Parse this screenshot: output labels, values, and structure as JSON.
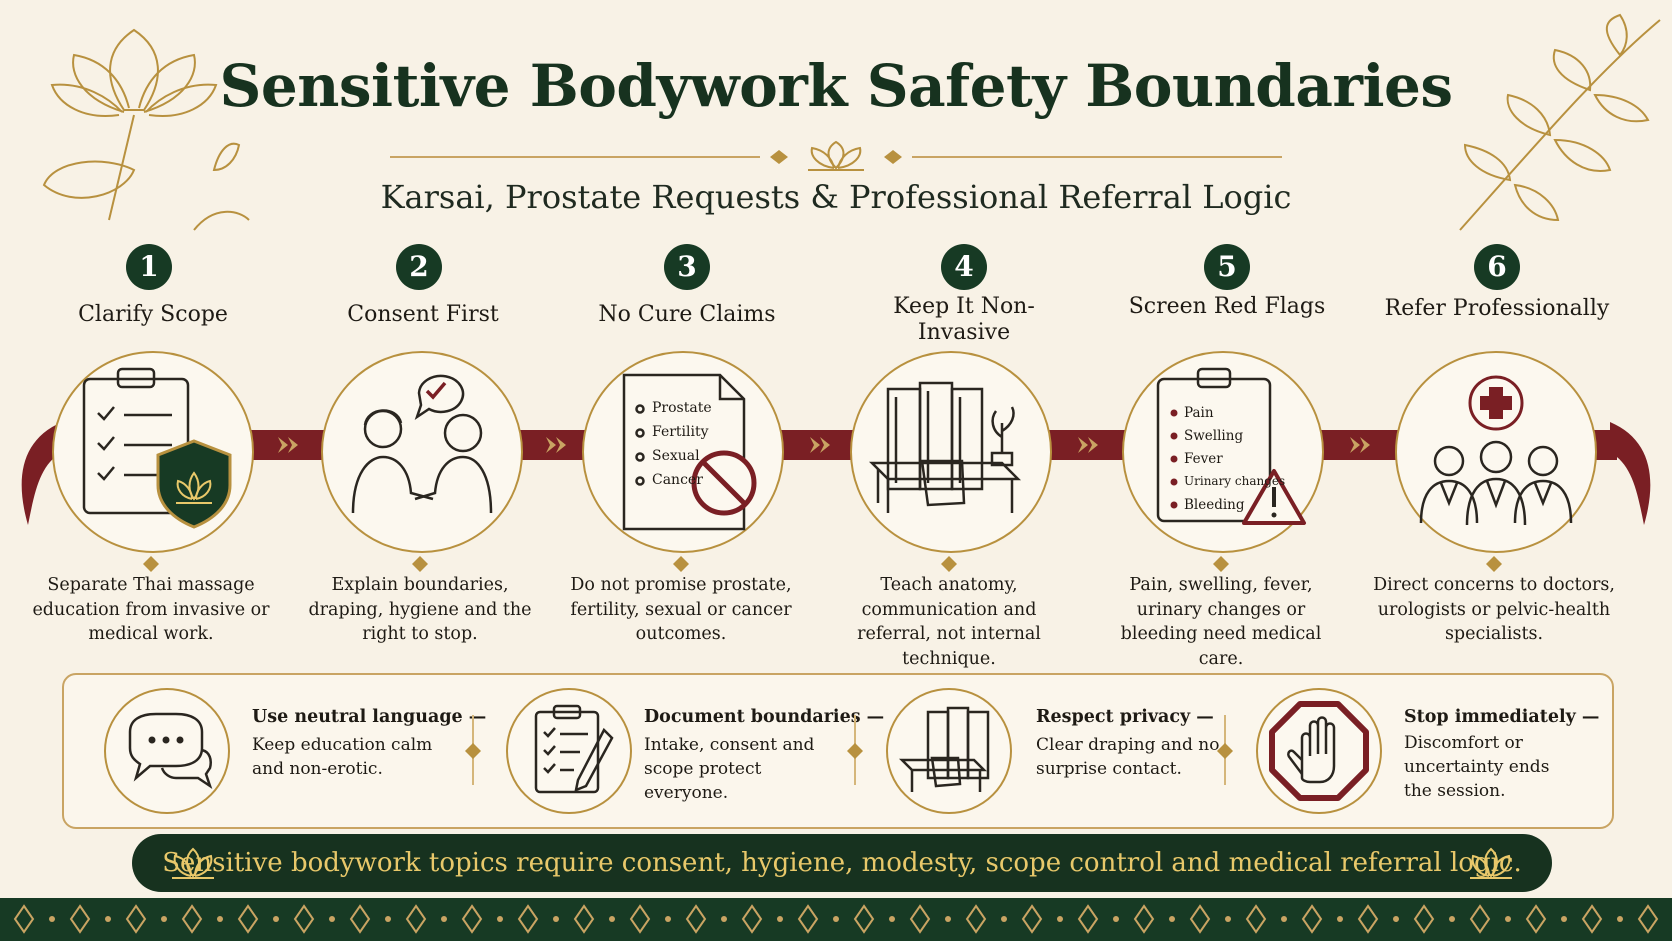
{
  "header": {
    "title": "Sensitive Bodywork Safety Boundaries",
    "subtitle": "Karsai, Prostate Requests & Professional Referral Logic"
  },
  "steps": [
    {
      "number": "1",
      "title": "Clarify Scope",
      "description": "Separate Thai massage education from invasive or medical work.",
      "icon": "clipboard-shield-icon"
    },
    {
      "number": "2",
      "title": "Consent First",
      "description": "Explain boundaries, draping, hygiene and the right to stop.",
      "icon": "consent-conversation-icon"
    },
    {
      "number": "3",
      "title": "No Cure Claims",
      "description": "Do not promise prostate, fertility, sexual or cancer outcomes.",
      "icon": "no-claims-document-icon",
      "list": [
        "Prostate",
        "Fertility",
        "Sexual",
        "Cancer"
      ]
    },
    {
      "number": "4",
      "title": "Keep It Non-Invasive",
      "description": "Teach anatomy, communication and referral, not internal technique.",
      "icon": "treatment-room-icon"
    },
    {
      "number": "5",
      "title": "Screen Red Flags",
      "description": "Pain, swelling, fever, urinary changes or bleeding need medical care.",
      "icon": "red-flag-clipboard-icon",
      "list": [
        "Pain",
        "Swelling",
        "Fever",
        "Urinary changes",
        "Bleeding"
      ]
    },
    {
      "number": "6",
      "title": "Refer Professionally",
      "description": "Direct concerns to doctors, urologists or pelvic-health specialists.",
      "icon": "doctors-referral-icon"
    }
  ],
  "tips": [
    {
      "title": "Use neutral language —",
      "body": "Keep education calm and non-erotic.",
      "icon": "speech-bubbles-icon"
    },
    {
      "title": "Document boundaries —",
      "body": "Intake, consent and scope protect everyone.",
      "icon": "clipboard-pen-icon"
    },
    {
      "title": "Respect privacy —",
      "body": "Clear draping and no surprise contact.",
      "icon": "privacy-screen-icon"
    },
    {
      "title": "Stop immediately —",
      "body": "Discomfort or uncertainty ends the session.",
      "icon": "stop-hand-icon"
    }
  ],
  "footer_banner": "Sensitive bodywork topics require consent, hygiene, modesty, scope control and medical referral logic.",
  "colors": {
    "dark_green": "#17321f",
    "maroon": "#7a1f24",
    "gold": "#b8913f",
    "background": "#f8f2e6",
    "banner_text": "#e8c86a"
  }
}
